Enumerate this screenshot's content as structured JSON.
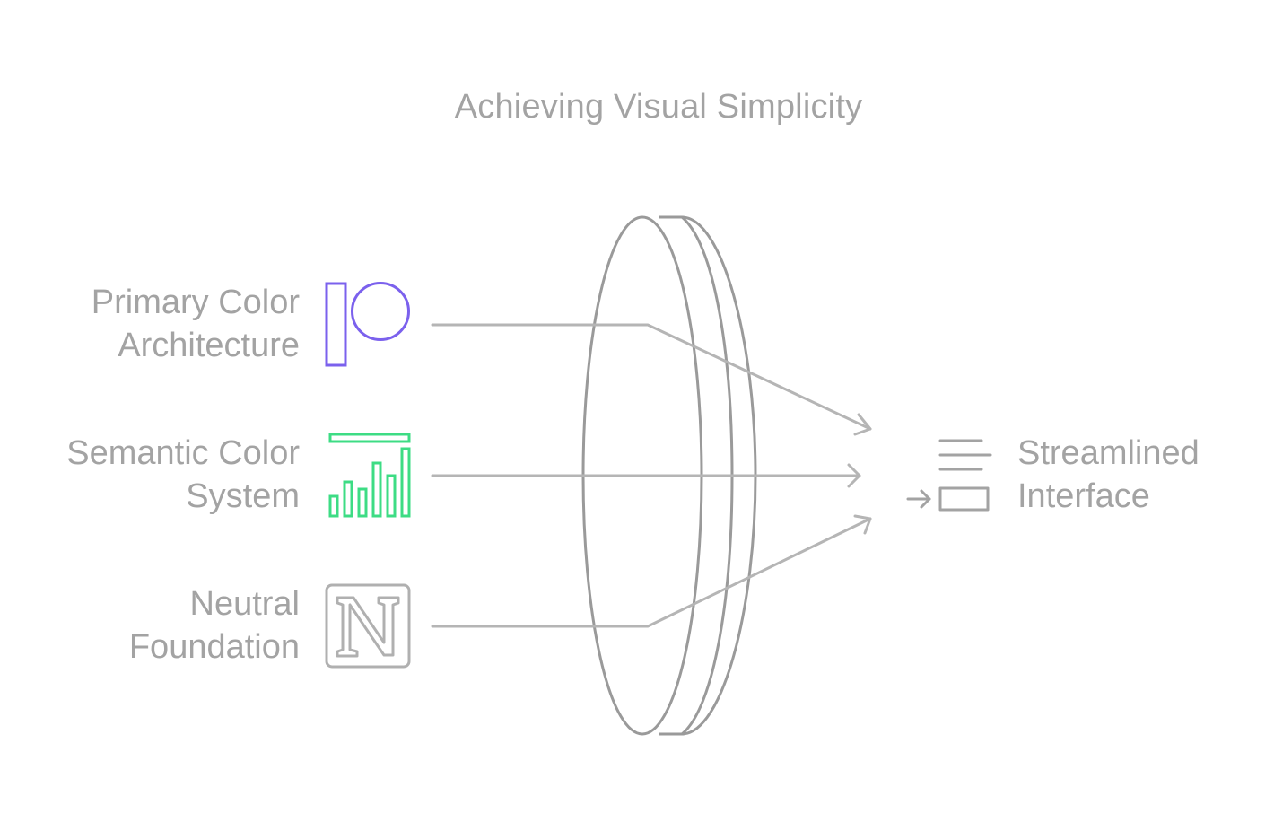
{
  "title": "Achieving Visual Simplicity",
  "inputs": [
    {
      "line1": "Primary Color",
      "line2": "Architecture",
      "icon": "patreon-logo-icon",
      "color": "#7b61ed"
    },
    {
      "line1": "Semantic Color",
      "line2": "System",
      "icon": "bar-chart-icon",
      "color": "#3ddc84"
    },
    {
      "line1": "Neutral",
      "line2": "Foundation",
      "icon": "notion-logo-icon",
      "color": "#a3a3a3"
    }
  ],
  "output": {
    "line1": "Streamlined",
    "line2": "Interface",
    "icon": "interface-layout-icon"
  },
  "colors": {
    "text": "#a3a3a3",
    "line": "#b5b5b5",
    "lens": "#9a9a9a",
    "primary": "#7b61ed",
    "semantic": "#3ddc84",
    "neutral": "#b0b0b0"
  }
}
